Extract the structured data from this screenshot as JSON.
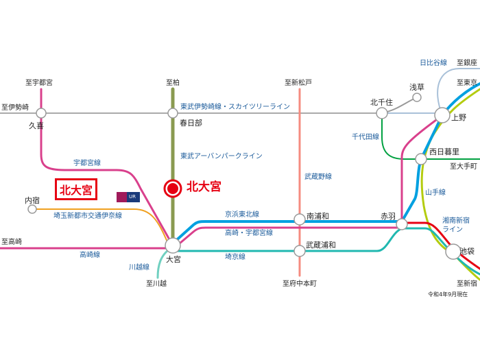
{
  "stations": {
    "kuki": "久喜",
    "kasukabe": "春日部",
    "kitasenju": "北千住",
    "asakusa": "浅草",
    "ueno": "上野",
    "nishinippori": "西日暮里",
    "naijuku": "内宿",
    "omiya": "大宮",
    "minamiurawa": "南浦和",
    "musashiurawa": "武蔵浦和",
    "akabane": "赤羽",
    "ikebukuro": "池袋"
  },
  "featured": {
    "name": "北大宮",
    "callout": "北大宮",
    "logo": "UR"
  },
  "directions": {
    "utsunomiya": "至宇都宮",
    "isesaki": "至伊勢崎",
    "kashiwa": "至柏",
    "shinmatsudo": "至新松戸",
    "ginza": "至銀座",
    "tokyo": "至東京",
    "otemachi": "至大手町",
    "takasaki": "至高崎",
    "kawagoe": "至川越",
    "fuchuhommachi": "至府中本町",
    "shinjuku": "至新宿"
  },
  "lines": {
    "tobu_isesaki": "東武伊勢崎線・スカイツリーライン",
    "urban_park": "東武アーバンパークライン",
    "utsunomiya": "宇都宮線",
    "new_shuttle": "埼玉新都市交通伊奈線",
    "takasaki": "高崎線",
    "kawagoe": "川越線",
    "keihin": "京浜東北線",
    "takasaki_utsunomiya": "高崎・宇都宮線",
    "saikyo": "埼京線",
    "musashino": "武蔵野線",
    "hibiya": "日比谷線",
    "chiyoda": "千代田線",
    "yamanote": "山手線",
    "shonan1": "湘南新宿",
    "shonan2": "ライン"
  },
  "note": "令和4年9月現在",
  "colors": {
    "utsunomiya": "#d9408c",
    "urban_park": "#8a9a50",
    "tobu": "#aaaaaa",
    "keihin": "#00a0e0",
    "saikyo": "#20b8b0",
    "musashino": "#f58c80",
    "chiyoda": "#00a040",
    "yamanote": "#b4cc10",
    "shonan": "#e60012",
    "new_shuttle": "#f0a020",
    "hibiya": "#a8c0d8",
    "kawagoe": "#70d0c0"
  }
}
